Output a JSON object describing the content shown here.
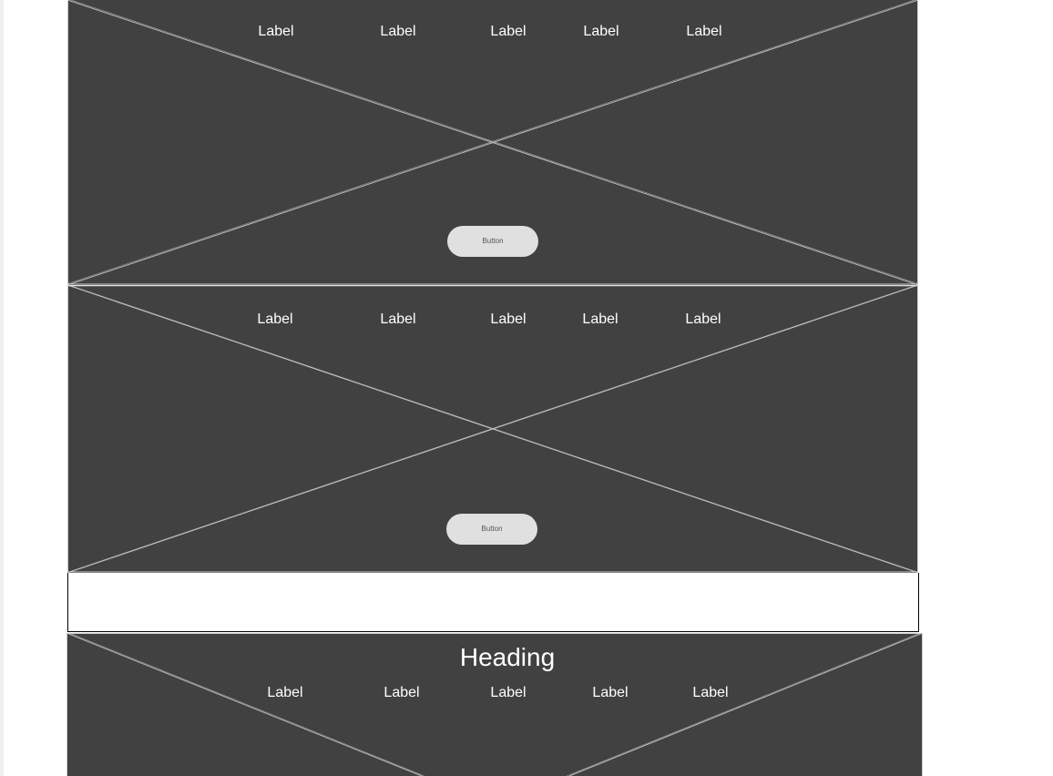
{
  "sections": [
    {
      "nav_labels": [
        "Label",
        "Label",
        "Label",
        "Label",
        "Label"
      ],
      "button_label": "Button"
    },
    {
      "nav_labels": [
        "Label",
        "Label",
        "Label",
        "Label",
        "Label"
      ],
      "button_label": "Button"
    },
    {
      "heading": "Heading",
      "nav_labels": [
        "Label",
        "Label",
        "Label",
        "Label",
        "Label"
      ]
    }
  ],
  "colors": {
    "panel_bg": "#414141",
    "button_bg": "#e0e0e0",
    "text": "#ffffff"
  }
}
